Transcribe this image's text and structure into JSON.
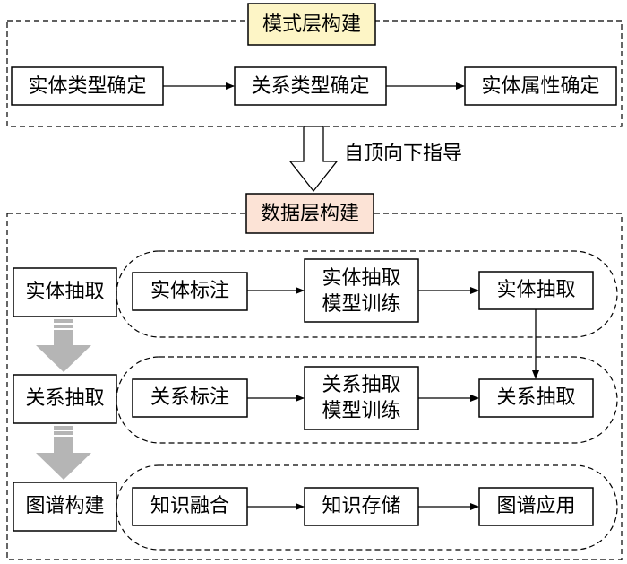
{
  "schema_layer": {
    "title": "模式层构建",
    "nodes": [
      "实体类型确定",
      "关系类型确定",
      "实体属性确定"
    ]
  },
  "transition_label": "自顶向下指导",
  "data_layer": {
    "title": "数据层构建",
    "stages": [
      {
        "label": "实体抽取",
        "steps": [
          "实体标注",
          [
            "实体抽取",
            "模型训练"
          ],
          "实体抽取"
        ]
      },
      {
        "label": "关系抽取",
        "steps": [
          "关系标注",
          [
            "关系抽取",
            "模型训练"
          ],
          "关系抽取"
        ]
      },
      {
        "label": "图谱构建",
        "steps": [
          "知识融合",
          "知识存储",
          "图谱应用"
        ]
      }
    ]
  },
  "colors": {
    "schema_title_fill": "#fdf5c6",
    "data_title_fill": "#fce3d6",
    "arrow_gray": "#b5b5b5",
    "line": "#000000"
  }
}
